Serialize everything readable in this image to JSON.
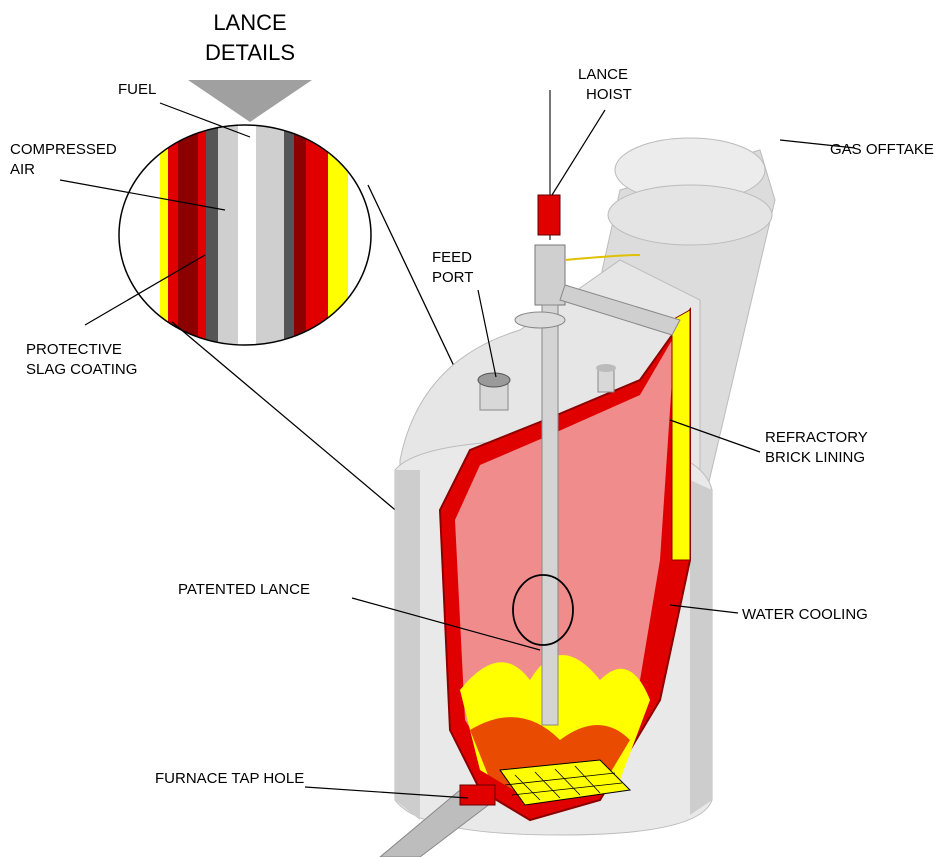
{
  "title": {
    "line1": "LANCE",
    "line2": "DETAILS"
  },
  "labels": {
    "fuel": "FUEL",
    "compressed_air_1": "COMPRESSED",
    "compressed_air_2": "AIR",
    "protective_1": "PROTECTIVE",
    "protective_2": "SLAG COATING",
    "lance_hoist_1": "LANCE",
    "lance_hoist_2": "HOIST",
    "gas_offtake": "GAS OFFTAKE",
    "feed_port_1": "FEED",
    "feed_port_2": "PORT",
    "refractory_1": "REFRACTORY",
    "refractory_2": "BRICK LINING",
    "patented_lance": "PATENTED LANCE",
    "water_cooling": "WATER COOLING",
    "tap_hole": "FURNACE TAP HOLE"
  },
  "colors": {
    "molten": "#e00000",
    "dark_red": "#8c0000",
    "flame": "#ffff00",
    "steel": "#cfcfcf",
    "steel_dark": "#9a9a9a",
    "outline": "#000000"
  }
}
